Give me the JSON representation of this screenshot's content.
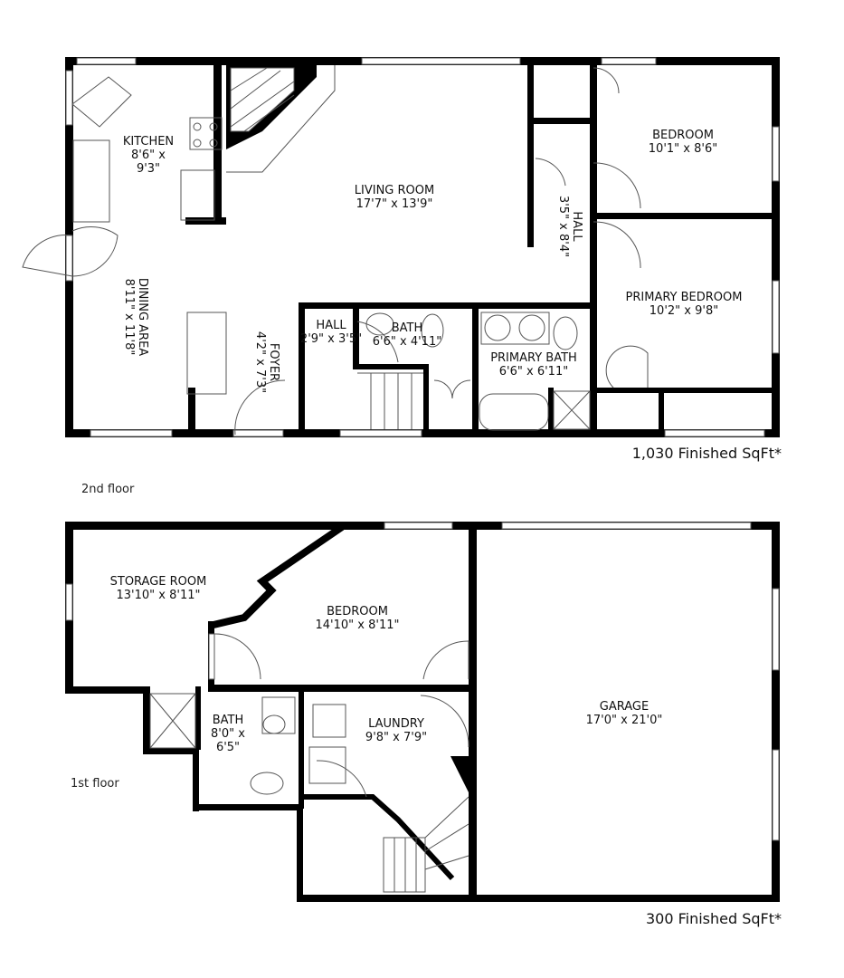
{
  "floors": [
    {
      "label": "2nd floor",
      "area": "1,030 Finished SqFt*",
      "rooms": [
        {
          "name": "KITCHEN",
          "size": "8'6\" x 9'3\""
        },
        {
          "name": "LIVING ROOM",
          "size": "17'7\" x 13'9\""
        },
        {
          "name": "BEDROOM",
          "size": "10'1\" x 8'6\""
        },
        {
          "name": "HALL",
          "size": "3'5\" x 8'4\""
        },
        {
          "name": "PRIMARY BEDROOM",
          "size": "10'2\" x 9'8\""
        },
        {
          "name": "DINING AREA",
          "size": "8'11\" x 11'8\""
        },
        {
          "name": "FOYER",
          "size": "4'2\" x 7'3\""
        },
        {
          "name": "HALL",
          "size": "2'9\" x 3'5\""
        },
        {
          "name": "BATH",
          "size": "6'6\" x 4'11\""
        },
        {
          "name": "PRIMARY BATH",
          "size": "6'6\" x 6'11\""
        }
      ]
    },
    {
      "label": "1st floor",
      "area": "300 Finished SqFt*",
      "rooms": [
        {
          "name": "STORAGE ROOM",
          "size": "13'10\" x 8'11\""
        },
        {
          "name": "BEDROOM",
          "size": "14'10\" x 8'11\""
        },
        {
          "name": "GARAGE",
          "size": "17'0\" x 21'0\""
        },
        {
          "name": "BATH",
          "size": "8'0\" x 6'5\""
        },
        {
          "name": "LAUNDRY",
          "size": "9'8\" x 7'9\""
        }
      ]
    }
  ]
}
